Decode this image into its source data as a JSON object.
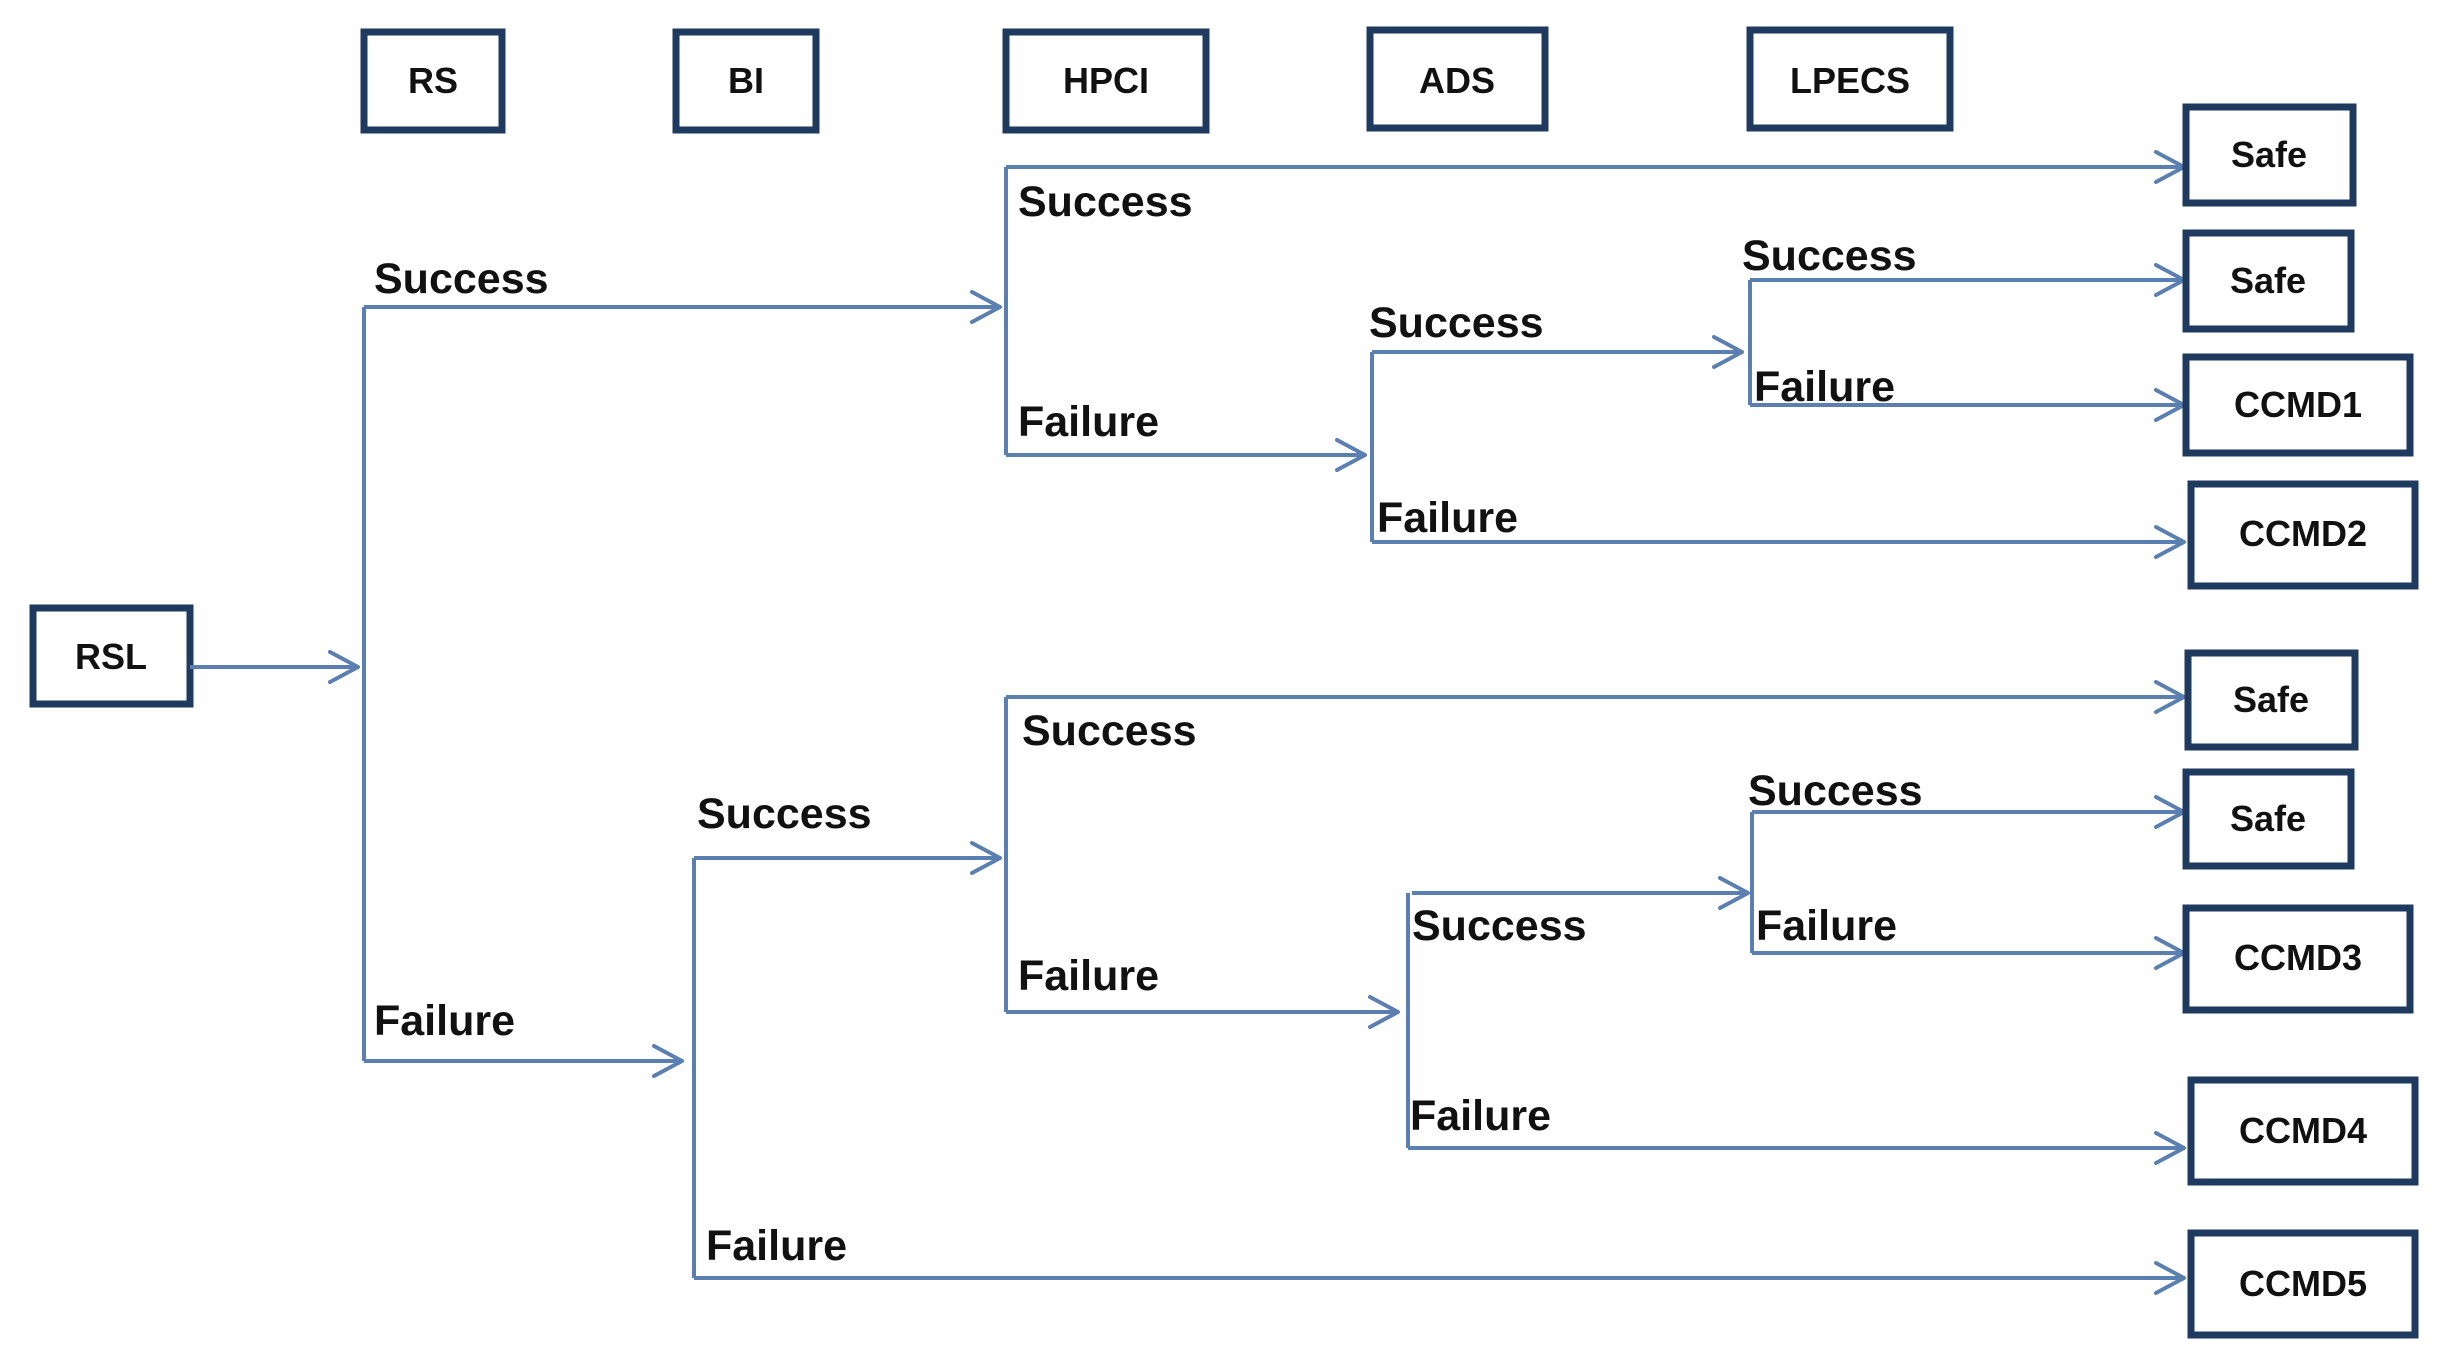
{
  "headers": {
    "rs": "RS",
    "bi": "BI",
    "hpci": "HPCI",
    "ads": "ADS",
    "lpecs": "LPECS"
  },
  "initiator": "RSL",
  "branches": {
    "rs_success": "Success",
    "rs_failure": "Failure",
    "hpci_success_top": "Success",
    "hpci_failure_top": "Failure",
    "ads_success_top": "Success",
    "ads_failure_top": "Failure",
    "lpecs_success_top": "Success",
    "lpecs_failure_top": "Failure",
    "bi_success": "Success",
    "bi_failure": "Failure",
    "hpci_success_bottom": "Success",
    "hpci_failure_bottom": "Failure",
    "ads_success_bottom": "Success",
    "ads_failure_bottom": "Failure",
    "lpecs_success_bottom": "Success",
    "lpecs_failure_bottom": "Failure"
  },
  "outcomes": {
    "o1": "Safe",
    "o2": "Safe",
    "o3": "CCMD1",
    "o4": "CCMD2",
    "o5": "Safe",
    "o6": "Safe",
    "o7": "CCMD3",
    "o8": "CCMD4",
    "o9": "CCMD5"
  },
  "colors": {
    "line": "#5a7fb0",
    "box_border": "#1f3a5f",
    "text": "#111111"
  }
}
